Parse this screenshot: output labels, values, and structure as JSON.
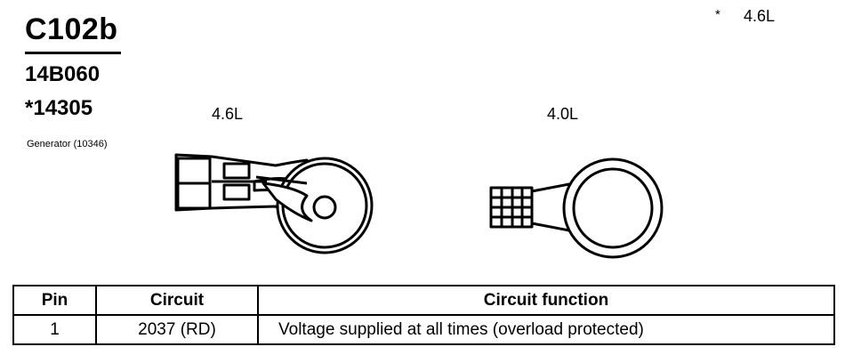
{
  "header": {
    "connector_id": "C102b",
    "part_number": "14B060",
    "alt_part_number": "*14305",
    "component": "Generator (10346)"
  },
  "footnote": {
    "marker": "*",
    "text": "4.6L"
  },
  "variants": [
    {
      "label": "4.6L"
    },
    {
      "label": "4.0L"
    }
  ],
  "table": {
    "headers": [
      "Pin",
      "Circuit",
      "Circuit function"
    ],
    "rows": [
      {
        "pin": "1",
        "circuit": "2037 (RD)",
        "function": "Voltage supplied at all times (overload protected)"
      }
    ]
  }
}
